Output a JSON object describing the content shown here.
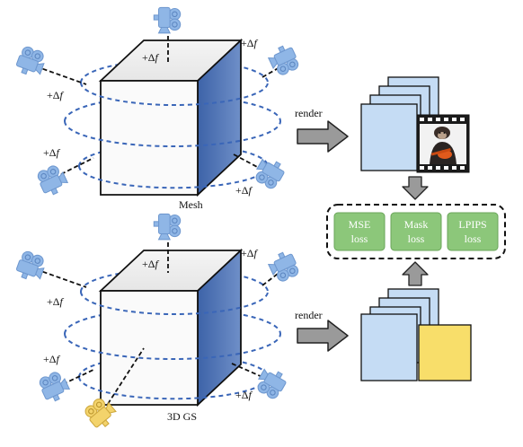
{
  "top_scene": {
    "cube_label": "Mesh",
    "delta_label_prefix": "+Δ",
    "delta_label_var": "f"
  },
  "bottom_scene": {
    "cube_label": "3D GS",
    "delta_label_prefix": "+Δ",
    "delta_label_var": "f"
  },
  "render_labels": [
    "render",
    "render"
  ],
  "losses": [
    {
      "line1": "MSE",
      "line2": "loss"
    },
    {
      "line1": "Mask",
      "line2": "loss"
    },
    {
      "line1": "LPIPS",
      "line2": "loss"
    }
  ],
  "colors": {
    "camera_blue": "#8fb6e6",
    "camera_yellow": "#f3d36b",
    "orbit_dash": "#3a66b8",
    "cube_side": "#4a6fb0",
    "frame_fill": "#c5dcf4",
    "yellow_frame": "#f8de6a",
    "loss_green": "#8cc77a",
    "arrow_gray": "#9a9a9a"
  }
}
